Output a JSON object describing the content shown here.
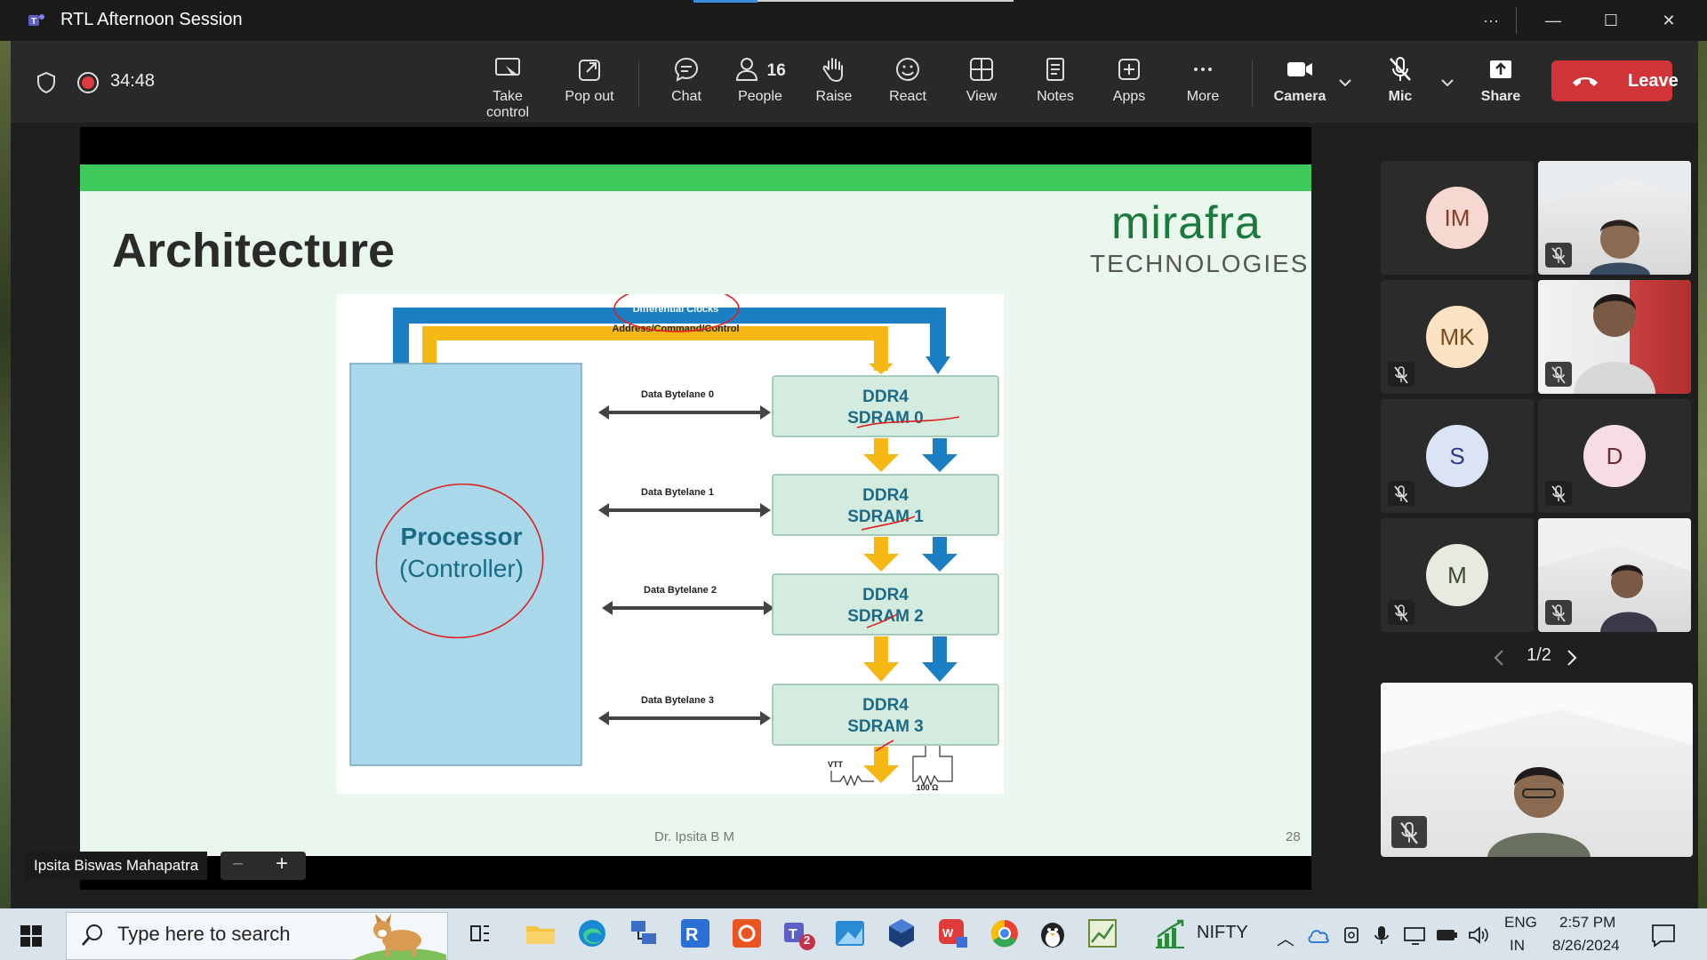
{
  "window": {
    "title": "RTL Afternoon Session",
    "more": "···"
  },
  "meeting": {
    "elapsed": "34:48",
    "toolbar": [
      {
        "label": "Take control",
        "icon": "take-control-icon"
      },
      {
        "label": "Pop out",
        "icon": "pop-out-icon"
      },
      {
        "label": "Chat",
        "icon": "chat-icon"
      },
      {
        "label": "People",
        "icon": "people-icon",
        "count": "16"
      },
      {
        "label": "Raise",
        "icon": "raise-hand-icon"
      },
      {
        "label": "React",
        "icon": "react-icon"
      },
      {
        "label": "View",
        "icon": "view-icon"
      },
      {
        "label": "Notes",
        "icon": "notes-icon"
      },
      {
        "label": "Apps",
        "icon": "apps-icon"
      },
      {
        "label": "More",
        "icon": "more-icon"
      },
      {
        "label": "Camera",
        "icon": "camera-icon"
      },
      {
        "label": "Mic",
        "icon": "mic-off-icon"
      },
      {
        "label": "Share",
        "icon": "share-icon"
      }
    ],
    "leave_label": "Leave",
    "leave_color": "#d13438"
  },
  "slide": {
    "title": "Architecture",
    "brand_name": "mirafra",
    "brand_sub": "TECHNOLOGIES",
    "author": "Dr. Ipsita B M",
    "page": "28",
    "diagram": {
      "clock_label": "Differential Clocks",
      "addr_label": "Address/Command/Control",
      "processor_line1": "Processor",
      "processor_line2": "(Controller)",
      "bytelanes": [
        "Data Bytelane 0",
        "Data Bytelane 1",
        "Data Bytelane 2",
        "Data Bytelane 3"
      ],
      "drams": [
        {
          "l1": "DDR4",
          "l2": "SDRAM 0"
        },
        {
          "l1": "DDR4",
          "l2": "SDRAM 1"
        },
        {
          "l1": "DDR4",
          "l2": "SDRAM 2"
        },
        {
          "l1": "DDR4",
          "l2": "SDRAM 3"
        }
      ],
      "vtt": "VTT",
      "resistor": "100 Ω"
    }
  },
  "presenter_name": "Ipsita Biswas Mahapatra",
  "participants": [
    {
      "initials": "IM",
      "avatar_bg": "#f7d8d0",
      "avatar_fg": "#8a3a2a"
    },
    {
      "initials": "MK",
      "avatar_bg": "#fde2c4",
      "avatar_fg": "#7a4a1a"
    },
    {
      "initials": "S",
      "avatar_bg": "#dbe3f7",
      "avatar_fg": "#2a3a7a"
    },
    {
      "initials": "D",
      "avatar_bg": "#f5dde3",
      "avatar_fg": "#6a2a3a"
    },
    {
      "initials": "M",
      "avatar_bg": "#e6eadf",
      "avatar_fg": "#3a4a2a"
    }
  ],
  "gallery_page": "1/2",
  "taskbar": {
    "search_placeholder": "Type here to search",
    "teams_badge": "2",
    "nifty": "NIFTY",
    "lang1": "ENG",
    "lang2": "IN",
    "time": "2:57 PM",
    "date": "8/26/2024"
  }
}
